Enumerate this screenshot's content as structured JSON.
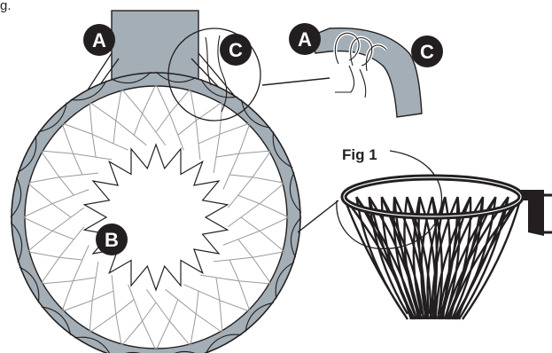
{
  "top_left_text": "g.",
  "fig_label": "Fig 1",
  "callouts": {
    "a_main": "A",
    "c_main": "C",
    "b_main": "B",
    "a_detail": "A",
    "c_detail": "C"
  },
  "colors": {
    "rim_fill": "#a3aeb6",
    "backboard_fill": "#a3aeb6",
    "outline": "#231f20",
    "net_line": "#9a9a9a",
    "callout_fill": "#231f20",
    "callout_text": "#ffffff",
    "detail_loop": "#ffffff"
  }
}
